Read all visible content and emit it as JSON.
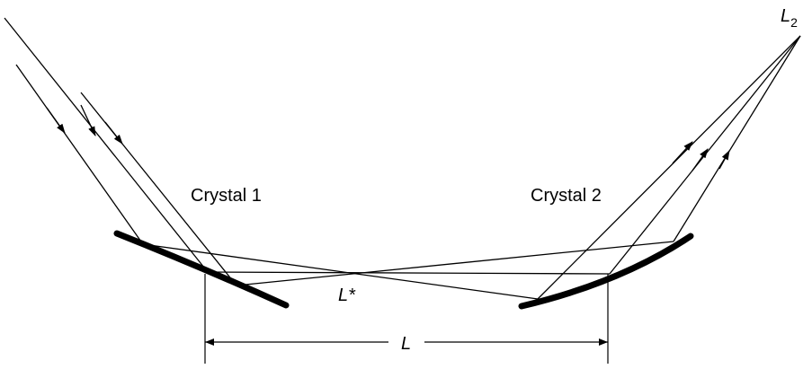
{
  "labels": {
    "crystal1": "Crystal 1",
    "crystal2": "Crystal 2",
    "midpoint": "L*",
    "source_main": "L",
    "source_sub": "2",
    "distance": "L"
  },
  "colors": {
    "ink": "#000000",
    "background": "#ffffff"
  }
}
